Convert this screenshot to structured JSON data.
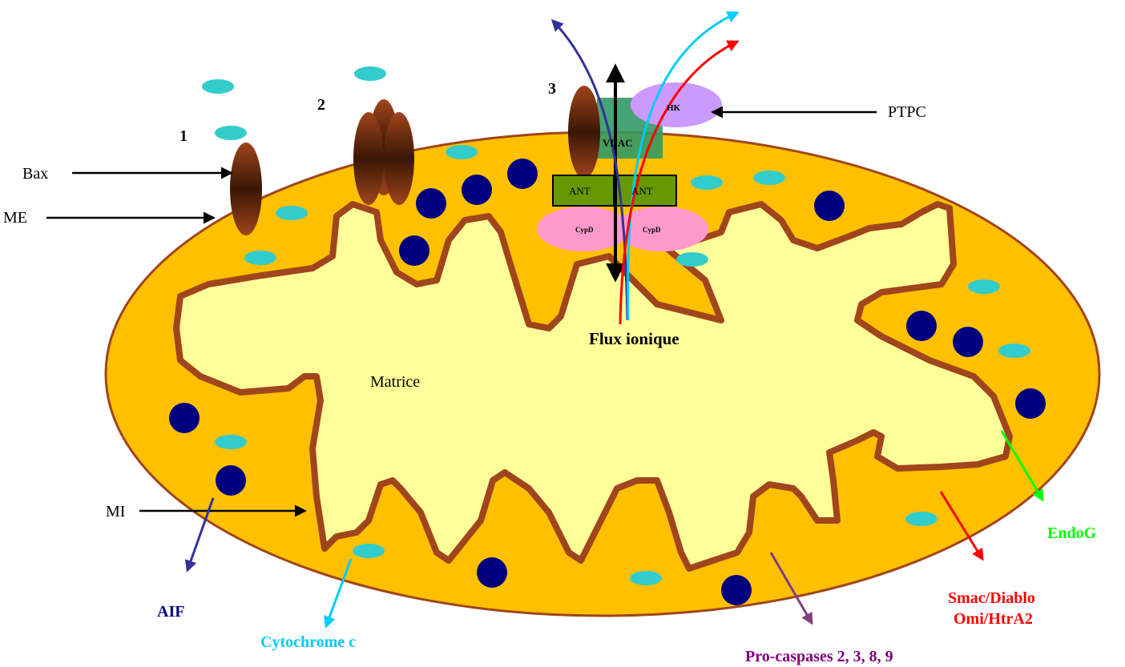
{
  "labels": {
    "bax": "Bax",
    "me": "ME",
    "mi": "MI",
    "ptpc": "PTPC",
    "matrice": "Matrice",
    "flux": "Flux ionique",
    "num1": "1",
    "num2": "2",
    "num3": "3",
    "hk": "HK",
    "vdac": "VDAC",
    "ant_left": "ANT",
    "ant_right": "ANT",
    "cypd_left": "CypD",
    "cypd_right": "CypD"
  },
  "released": {
    "aif": "AIF",
    "cytochrome": "Cytochrome c",
    "procaspases": "Pro-caspases 2, 3, 8, 9",
    "smac": "Smac/Diablo",
    "omi": "Omi/HtrA2",
    "endog": "EndoG"
  },
  "colors": {
    "outer_membrane": "#FFC000",
    "matrix": "#FFFF99",
    "crista_line": "#A0451C",
    "cytochrome": "#33CCCC",
    "aif": "#00007F",
    "hk": "#CC99FF",
    "vdac": "#339966",
    "ant": "#669900",
    "cypd": "#FF99CC",
    "arrow_aif": "#333399",
    "arrow_cyto": "#00CCFF",
    "arrow_smac": "#FF0000",
    "arrow_endog": "#00FF00",
    "arrow_procasp": "#7F3F7F",
    "text_procasp": "#800080"
  }
}
